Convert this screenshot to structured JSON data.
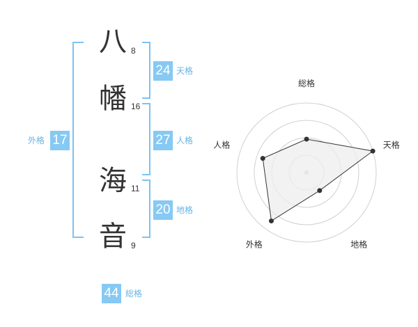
{
  "name": {
    "chars": [
      {
        "char": "八",
        "strokes": "8"
      },
      {
        "char": "幡",
        "strokes": "16"
      },
      {
        "char": "海",
        "strokes": "11"
      },
      {
        "char": "音",
        "strokes": "9"
      }
    ]
  },
  "kakusu": {
    "tenkaku": {
      "value": "24",
      "label": "天格"
    },
    "jinkaku": {
      "value": "27",
      "label": "人格"
    },
    "chikaku": {
      "value": "20",
      "label": "地格"
    },
    "gaikaku": {
      "value": "17",
      "label": "外格"
    },
    "soukaku": {
      "value": "44",
      "label": "総格"
    }
  },
  "colors": {
    "badge": "#86c9f3",
    "bracket": "#7cc3ee",
    "label": "#67b5e6",
    "radar_fill": "#eeeeee",
    "radar_line": "#333333"
  },
  "chart_data": {
    "type": "radar",
    "axes": [
      "総格",
      "天格",
      "地格",
      "外格",
      "人格"
    ],
    "values": [
      2.4,
      5,
      1.6,
      4.3,
      3.3
    ],
    "range": [
      0,
      5
    ],
    "rings": 4
  }
}
